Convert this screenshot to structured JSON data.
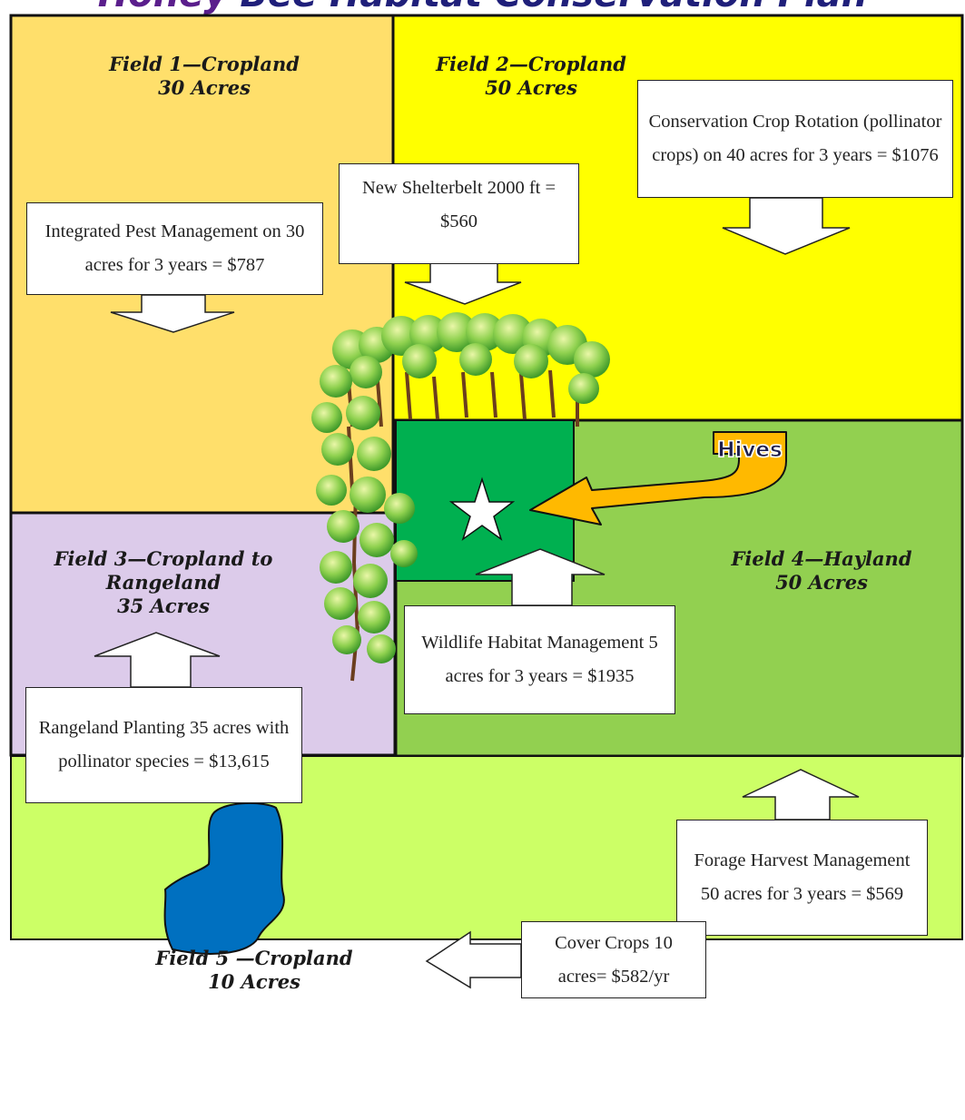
{
  "title": {
    "prefix": "Honey",
    "rest": " Bee Habitat Conservation Plan"
  },
  "colors": {
    "field1": "#ffdf6b",
    "field2": "#ffff00",
    "field3": "#dccbea",
    "field4": "#92d050",
    "field5": "#ccff66",
    "hive_area": "#00b050",
    "pond": "#0070c0",
    "hives_arrow": "#ffb900",
    "title_prefix": "#5a1e8c",
    "title_rest": "#1f1f7a"
  },
  "fields": {
    "field1": {
      "name": "Field 1—Cropland",
      "acres": "30 Acres"
    },
    "field2": {
      "name": "Field 2—Cropland",
      "acres": "50 Acres"
    },
    "field3": {
      "name": "Field 3—Cropland to",
      "name2": "Rangeland",
      "acres": "35 Acres"
    },
    "field4": {
      "name": "Field 4—Hayland",
      "acres": "50 Acres"
    },
    "field5": {
      "name": "Field 5 —Cropland",
      "acres": "10 Acres"
    }
  },
  "practices": {
    "ipm": "Integrated Pest Management on 30 acres for 3 years = $787",
    "shelterbelt": "New Shelterbelt 2000 ft = $560",
    "crop_rotation": "Conservation Crop Rotation (pollinator crops) on 40 acres for 3 years = $1076",
    "rangeland": "Rangeland Planting 35 acres with pollinator species = $13,615",
    "wildlife": "Wildlife Habitat Management 5 acres for 3 years = $1935",
    "forage": "Forage Harvest Management 50 acres for 3 years = $569",
    "cover_crops": "Cover Crops 10 acres= $582/yr"
  },
  "hives_label": "Hives",
  "icons": {
    "hive_location": "star-icon",
    "shelterbelt": "tree-icon",
    "pond": "pond-shape"
  }
}
